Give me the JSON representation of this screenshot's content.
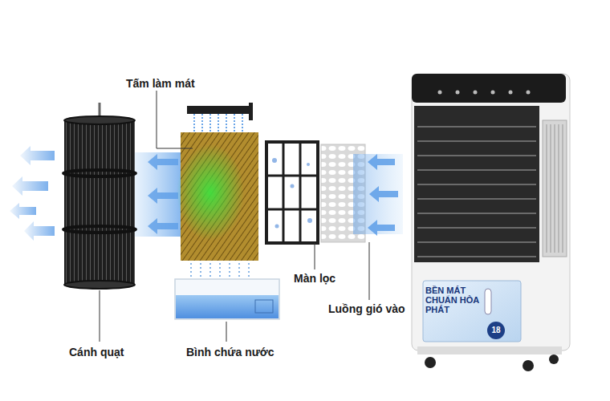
{
  "diagram": {
    "labels": [
      "Tấm làm mát",
      "Màn lọc",
      "Luồng gió vào",
      "Cánh quạt",
      "Bình chứa nước",
      "BỀN MÁT CHUẨN HÒA PHÁT",
      "18"
    ]
  }
}
